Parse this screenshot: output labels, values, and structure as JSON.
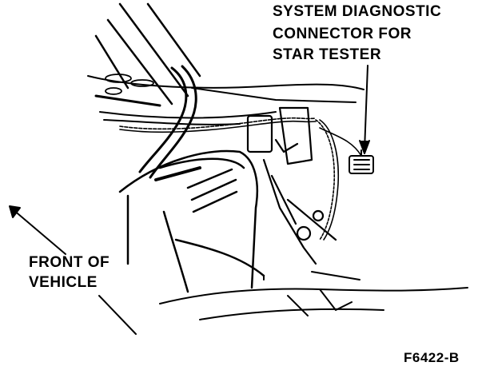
{
  "callout": {
    "line1": "SYSTEM DIAGNOSTIC",
    "line2": "CONNECTOR FOR",
    "line3": "STAR TESTER"
  },
  "front_label": {
    "line1": "FRONT OF",
    "line2": "VEHICLE"
  },
  "figure_code": "F6422-B",
  "colors": {
    "ink": "#000000",
    "paper": "#ffffff"
  }
}
